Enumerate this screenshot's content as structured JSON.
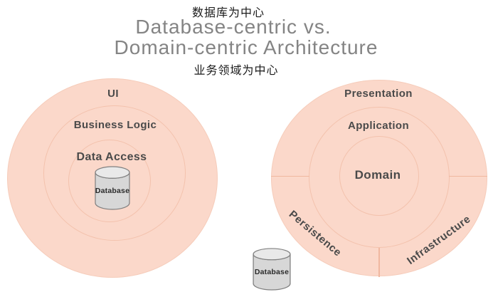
{
  "header": {
    "label_zh_top": "数据库为中心",
    "title_line1": "Database-centric vs.",
    "title_line2": "Domain-centric Architecture",
    "label_zh_bottom": "业务领域为中心"
  },
  "left_diagram": {
    "name": "database-centric architecture",
    "layers": [
      "UI",
      "Business Logic",
      "Data Access"
    ],
    "database_label": "Database"
  },
  "right_diagram": {
    "name": "domain-centric architecture",
    "layers": [
      "Presentation",
      "Application",
      "Domain"
    ],
    "outer_segments": [
      "Persistence",
      "Infrastructure"
    ],
    "database_label": "Database"
  },
  "colors": {
    "circle_fill": "#fbd8ca",
    "ring_stroke": "#f3c2ad",
    "divider": "#f0b8a0",
    "title_text": "#848484",
    "zh_text": "#1a1a1a",
    "layer_text": "#4a4a4a",
    "cylinder_body": "#d7d7d7",
    "cylinder_top": "#e9e9e9",
    "cylinder_stroke": "#808080"
  }
}
